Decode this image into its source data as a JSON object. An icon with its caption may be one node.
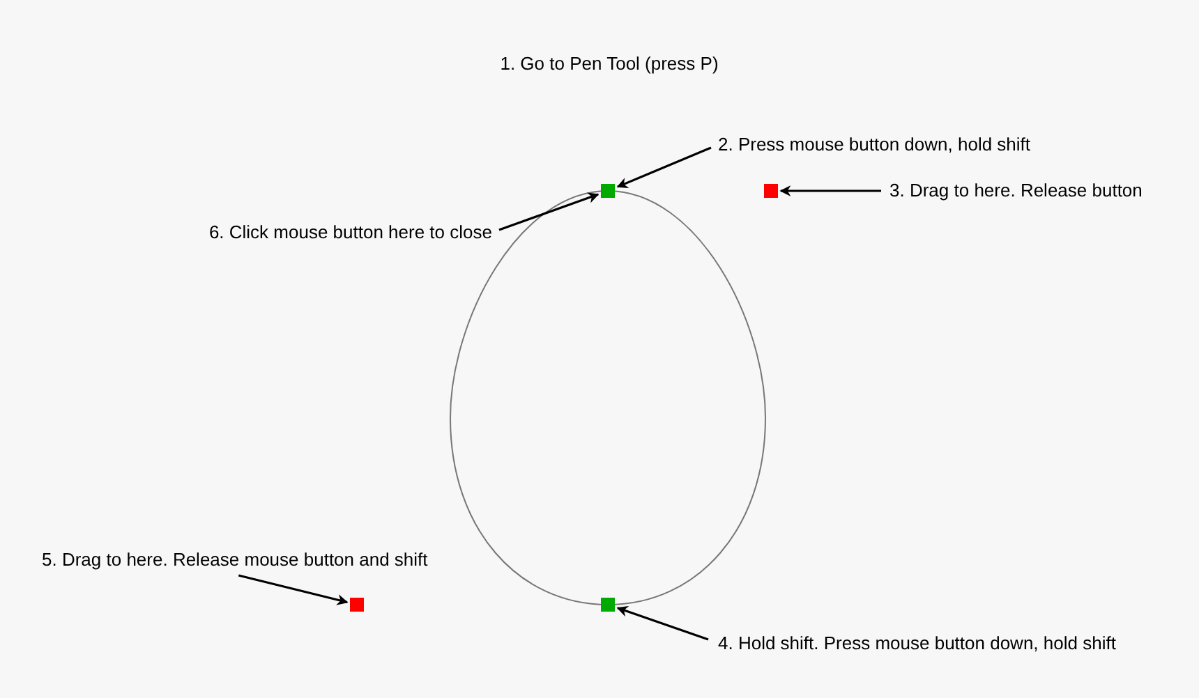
{
  "diagram": {
    "nodes": [
      {
        "text": [
          "2. Press mouse button down, hold shift"
        ]
      },
      {
        "text": [],
        "shape": "box"
      },
      {
        "text": [],
        "shape": "box"
      },
      {
        "text": [
          "3. Drag to here. Release button"
        ]
      },
      {
        "text": [
          "6. Click mouse button here to close"
        ]
      },
      {
        "text": [
          "5. Drag to here. Release mouse button and shift"
        ]
      },
      {
        "text": [],
        "shape": "box"
      },
      {
        "text": [],
        "shape": "box"
      },
      {
        "text": [
          "4. Hold shift. Press mouse button down, hold shift"
        ]
      }
    ],
    "edges": [
      {
        "from": 0,
        "to": 1,
        "arrow": "to"
      },
      {
        "from": 3,
        "to": 2,
        "arrow": "to"
      },
      {
        "from": 4,
        "to": 1,
        "arrow": "to"
      },
      {
        "from": 5,
        "to": 6,
        "arrow": "to"
      },
      {
        "from": 8,
        "to": 7,
        "arrow": "to"
      }
    ],
    "labels": [
      "1. Go to Pen Tool (press P)"
    ]
  }
}
